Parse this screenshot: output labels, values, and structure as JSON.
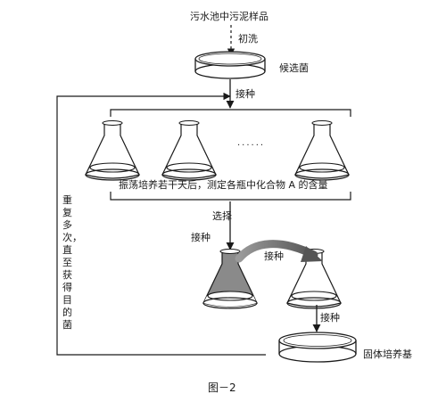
{
  "labels": {
    "sample": "污水池中污泥样品",
    "initial_wash": "初洗",
    "to_be_selected": "候选菌",
    "inoculate_1": "接种",
    "dots": "......",
    "culture_note": "振荡培养若干天后，测定各瓶中化合物 A 的含量",
    "select": "选择",
    "inoculate_2": "接种",
    "inoculate_3": "接种",
    "inoculate_4": "接种",
    "solid_medium": "固体培养基",
    "repeat_note": "重复多次，直至获得目的菌",
    "figure_caption": "图－2"
  }
}
